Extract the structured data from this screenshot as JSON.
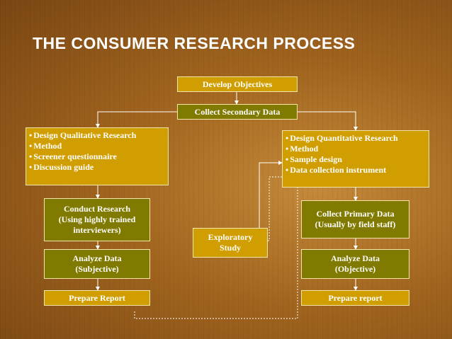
{
  "title": "THE CONSUMER RESEARCH PROCESS",
  "colors": {
    "olive_box": "#807a00",
    "gold_box": "#d09e00",
    "connector": "#ffffff",
    "title": "#ffffff"
  },
  "boxes": {
    "develop_objectives": "Develop Objectives",
    "collect_secondary": "Collect Secondary Data",
    "qualitative": {
      "heading": "Design Qualitative Research",
      "items": [
        "Method",
        "Screener questionnaire",
        "Discussion guide"
      ]
    },
    "quantitative": {
      "heading": "Design Quantitative Research",
      "items": [
        "Method",
        "Sample design",
        "Data collection instrument"
      ]
    },
    "conduct_research": [
      "Conduct Research",
      "(Using highly trained",
      "interviewers)"
    ],
    "collect_primary": [
      "Collect Primary Data",
      "(Usually by field staff)"
    ],
    "exploratory": [
      "Exploratory",
      "Study"
    ],
    "analyze_subjective": [
      "Analyze Data",
      "(Subjective)"
    ],
    "analyze_objective": [
      "Analyze Data",
      "(Objective)"
    ],
    "prepare_report_left": "Prepare Report",
    "prepare_report_right": "Prepare report"
  }
}
